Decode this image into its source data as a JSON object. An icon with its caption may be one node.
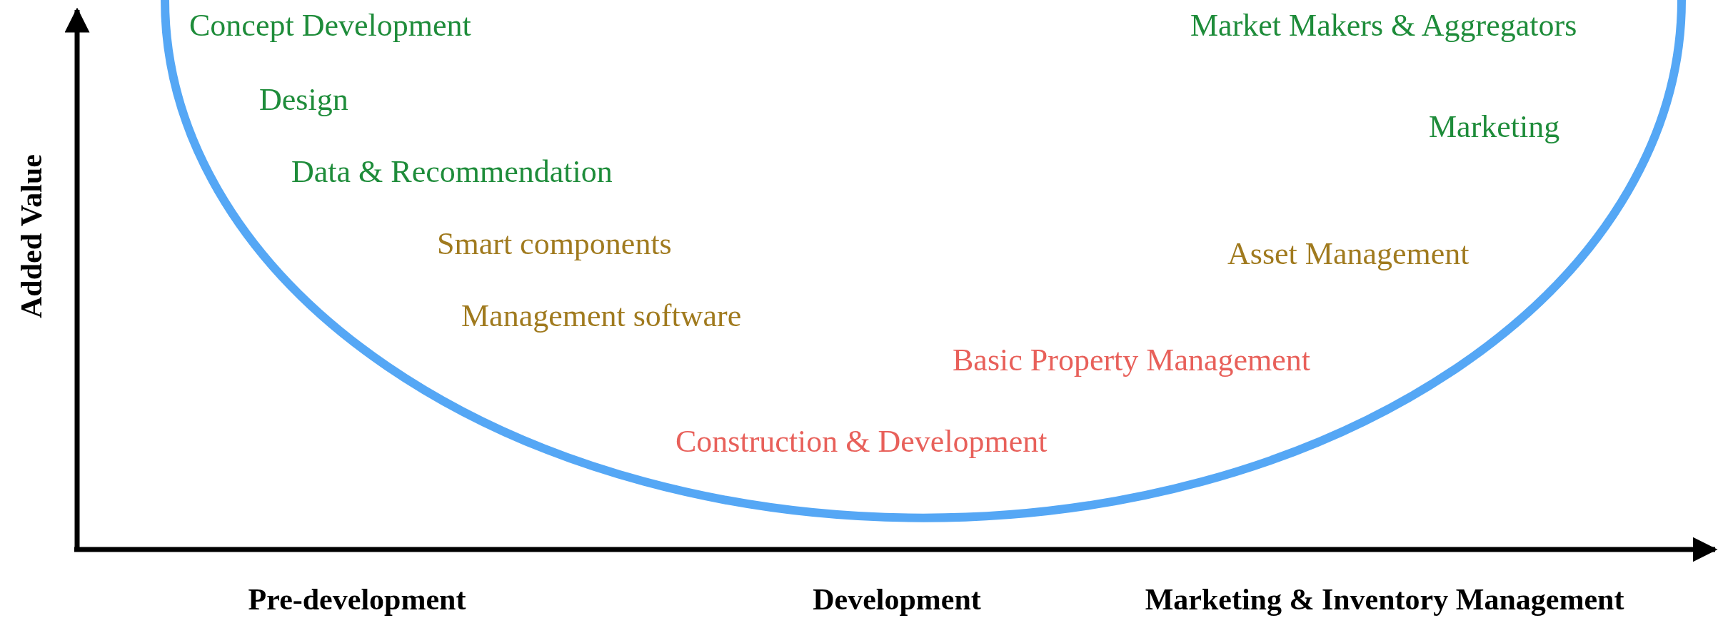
{
  "diagram": {
    "labels": [
      "Concept Development",
      "Market Makers & Aggregators",
      "Design",
      "Marketing",
      "Data & Recommendation",
      "Smart components",
      "Asset Management",
      "Management software",
      "Added Value",
      "Basic Property Management",
      "Construction & Development",
      "Pre-development",
      "Development",
      "Marketing & Inventory Management"
    ]
  }
}
